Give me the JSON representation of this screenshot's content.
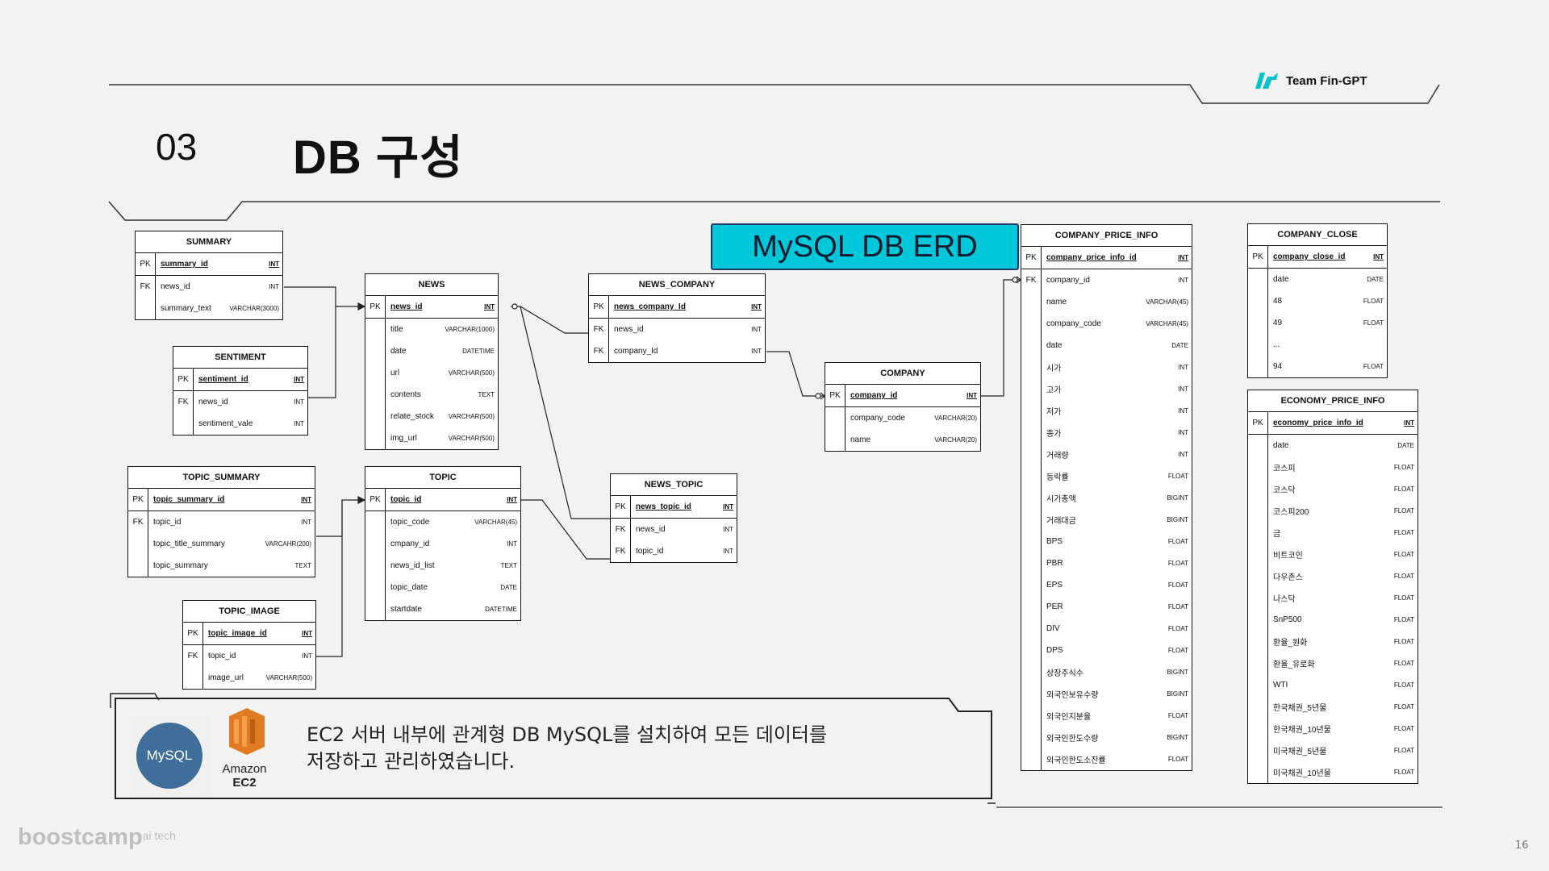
{
  "header": {
    "brand": "Team Fin-GPT",
    "section_number": "03",
    "title": "DB 구성"
  },
  "erd_label": "MySQL DB ERD",
  "tables": [
    {
      "name": "SUMMARY",
      "pk": [
        {
          "name": "summary_id",
          "type": "INT"
        }
      ],
      "fk": [
        {
          "name": "news_id",
          "type": "INT"
        }
      ],
      "cols": [
        {
          "name": "summary_text",
          "type": "VARCHAR(3000)"
        }
      ]
    },
    {
      "name": "SENTIMENT",
      "pk": [
        {
          "name": "sentiment_id",
          "type": "INT"
        }
      ],
      "fk": [
        {
          "name": "news_id",
          "type": "INT"
        }
      ],
      "cols": [
        {
          "name": "sentiment_vale",
          "type": "INT"
        }
      ]
    },
    {
      "name": "NEWS",
      "pk": [
        {
          "name": "news_id",
          "type": "INT"
        }
      ],
      "fk": [],
      "cols": [
        {
          "name": "title",
          "type": "VARCHAR(1000)"
        },
        {
          "name": "date",
          "type": "DATETIME"
        },
        {
          "name": "url",
          "type": "VARCHAR(500)"
        },
        {
          "name": "contents",
          "type": "TEXT"
        },
        {
          "name": "relate_stock",
          "type": "VARCHAR(500)"
        },
        {
          "name": "img_url",
          "type": "VARCHAR(500)"
        }
      ]
    },
    {
      "name": "NEWS_COMPANY",
      "pk": [
        {
          "name": "news_company_Id",
          "type": "INT"
        }
      ],
      "fk": [
        {
          "name": "news_id",
          "type": "INT"
        },
        {
          "name": "company_Id",
          "type": "INT"
        }
      ],
      "cols": []
    },
    {
      "name": "COMPANY",
      "pk": [
        {
          "name": "company_id",
          "type": "INT"
        }
      ],
      "fk": [],
      "cols": [
        {
          "name": "company_code",
          "type": "VARCHAR(20)"
        },
        {
          "name": "name",
          "type": "VARCHAR(20)"
        }
      ]
    },
    {
      "name": "TOPIC_SUMMARY",
      "pk": [
        {
          "name": "topic_summary_id",
          "type": "INT"
        }
      ],
      "fk": [
        {
          "name": "topic_id",
          "type": "INT"
        }
      ],
      "cols": [
        {
          "name": "topic_title_summary",
          "type": "VARCAHR(200)"
        },
        {
          "name": "topic_summary",
          "type": "TEXT"
        }
      ]
    },
    {
      "name": "TOPIC",
      "pk": [
        {
          "name": "topic_id",
          "type": "INT"
        }
      ],
      "fk": [],
      "cols": [
        {
          "name": "topic_code",
          "type": "VARCHAR(45)"
        },
        {
          "name": "cmpany_id",
          "type": "INT"
        },
        {
          "name": "news_id_list",
          "type": "TEXT"
        },
        {
          "name": "topic_date",
          "type": "DATE"
        },
        {
          "name": "startdate",
          "type": "DATETIME"
        }
      ]
    },
    {
      "name": "NEWS_TOPIC",
      "pk": [
        {
          "name": "news_topic_id",
          "type": "INT"
        }
      ],
      "fk": [
        {
          "name": "news_id",
          "type": "INT"
        },
        {
          "name": "topic_id",
          "type": "INT"
        }
      ],
      "cols": []
    },
    {
      "name": "TOPIC_IMAGE",
      "pk": [
        {
          "name": "topic_image_id",
          "type": "INT"
        }
      ],
      "fk": [
        {
          "name": "topic_id",
          "type": "INT"
        }
      ],
      "cols": [
        {
          "name": "image_url",
          "type": "VARCHAR(500)"
        }
      ]
    },
    {
      "name": "COMPANY_PRICE_INFO",
      "pk": [
        {
          "name": "company_price_info_id",
          "type": "INT"
        }
      ],
      "fk": [
        {
          "name": "company_id",
          "type": "INT"
        }
      ],
      "cols": [
        {
          "name": "name",
          "type": "VARCHAR(45)"
        },
        {
          "name": "company_code",
          "type": "VARCHAR(45)"
        },
        {
          "name": "date",
          "type": "DATE"
        },
        {
          "name": "시가",
          "type": "INT"
        },
        {
          "name": "고가",
          "type": "INT"
        },
        {
          "name": "저가",
          "type": "INT"
        },
        {
          "name": "종가",
          "type": "INT"
        },
        {
          "name": "거래량",
          "type": "INT"
        },
        {
          "name": "등락률",
          "type": "FLOAT"
        },
        {
          "name": "시가총액",
          "type": "BIGINT"
        },
        {
          "name": "거래대금",
          "type": "BIGINT"
        },
        {
          "name": "BPS",
          "type": "FLOAT"
        },
        {
          "name": "PBR",
          "type": "FLOAT"
        },
        {
          "name": "EPS",
          "type": "FLOAT"
        },
        {
          "name": "PER",
          "type": "FLOAT"
        },
        {
          "name": "DIV",
          "type": "FLOAT"
        },
        {
          "name": "DPS",
          "type": "FLOAT"
        },
        {
          "name": "상장주식수",
          "type": "BIGINT"
        },
        {
          "name": "외국인보유수량",
          "type": "BIGINT"
        },
        {
          "name": "외국인지분율",
          "type": "FLOAT"
        },
        {
          "name": "외국인한도수량",
          "type": "BIGINT"
        },
        {
          "name": "외국인한도소진률",
          "type": "FLOAT"
        }
      ]
    },
    {
      "name": "COMPANY_CLOSE",
      "pk": [
        {
          "name": "company_close_id",
          "type": "INT"
        }
      ],
      "fk": [],
      "cols": [
        {
          "name": "date",
          "type": "DATE"
        },
        {
          "name": "48",
          "type": "FLOAT"
        },
        {
          "name": "49",
          "type": "FLOAT"
        },
        {
          "name": "...",
          "type": ""
        },
        {
          "name": "94",
          "type": "FLOAT"
        }
      ]
    },
    {
      "name": "ECONOMY_PRICE_INFO",
      "pk": [
        {
          "name": "economy_price_info_id",
          "type": "INT"
        }
      ],
      "fk": [],
      "cols": [
        {
          "name": "date",
          "type": "DATE"
        },
        {
          "name": "코스피",
          "type": "FLOAT"
        },
        {
          "name": "코스닥",
          "type": "FLOAT"
        },
        {
          "name": "코스피200",
          "type": "FLOAT"
        },
        {
          "name": "금",
          "type": "FLOAT"
        },
        {
          "name": "비트코인",
          "type": "FLOAT"
        },
        {
          "name": "다우존스",
          "type": "FLOAT"
        },
        {
          "name": "나스닥",
          "type": "FLOAT"
        },
        {
          "name": "SnP500",
          "type": "FLOAT"
        },
        {
          "name": "환율_원화",
          "type": "FLOAT"
        },
        {
          "name": "환율_유로화",
          "type": "FLOAT"
        },
        {
          "name": "WTI",
          "type": "FLOAT"
        },
        {
          "name": "한국채권_5년물",
          "type": "FLOAT"
        },
        {
          "name": "한국채권_10년물",
          "type": "FLOAT"
        },
        {
          "name": "미국채권_5년물",
          "type": "FLOAT"
        },
        {
          "name": "미국채권_10년물",
          "type": "FLOAT"
        }
      ]
    }
  ],
  "callout": {
    "line1": "EC2 서버 내부에 관계형 DB  MySQL를 설치하여 모든 데이터를",
    "line2": "저장하고 관리하였습니다.",
    "mysql_logo": "MySQL",
    "ec2_line1": "Amazon",
    "ec2_line2": "EC2"
  },
  "footer": {
    "brand": "boostcamp",
    "brand_sup": "ai tech",
    "page_number": "16"
  }
}
